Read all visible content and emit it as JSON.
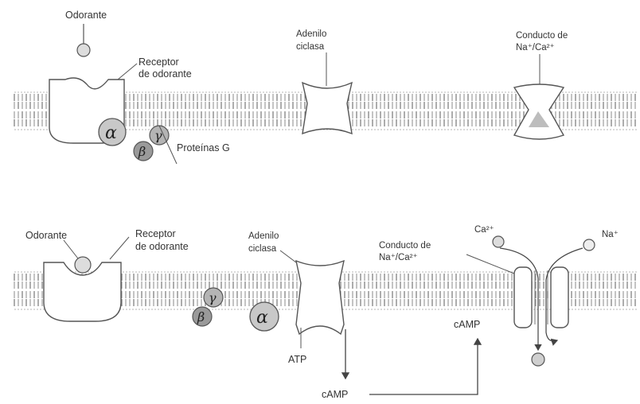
{
  "colors": {
    "background": "#ffffff",
    "ink": "#333333",
    "membrane_tick": "#8a8a8a",
    "protein_fill": "#ffffff",
    "protein_stroke": "#555555",
    "alpha_fill": "#c8c8c8",
    "beta_fill": "#9a9a9a",
    "gamma_fill": "#b4b4b4",
    "ligand_fill": "#dddddd"
  },
  "panel_top": {
    "odorant_label": "Odorante",
    "receptor_label_line1": "Receptor",
    "receptor_label_line2": "de odorante",
    "cyclase_label_line1": "Adenilo",
    "cyclase_label_line2": "ciclasa",
    "channel_label_line1": "Conducto de",
    "channel_label_line2": "Na⁺/Ca²⁺",
    "g_proteins_label": "Proteínas G",
    "alpha_symbol": "α",
    "beta_symbol": "β",
    "gamma_symbol": "γ"
  },
  "panel_bottom": {
    "odorant_label": "Odorante",
    "receptor_label_line1": "Receptor",
    "receptor_label_line2": "de odorante",
    "cyclase_label_line1": "Adenilo",
    "cyclase_label_line2": "ciclasa",
    "channel_label_line1": "Conducto de",
    "channel_label_line2": "Na⁺/Ca²⁺",
    "ca_label": "Ca²⁺",
    "na_label": "Na⁺",
    "atp_label": "ATP",
    "camp_label_bottom": "cAMP",
    "camp_label_channel": "cAMP",
    "alpha_symbol": "α",
    "beta_symbol": "β",
    "gamma_symbol": "γ"
  }
}
